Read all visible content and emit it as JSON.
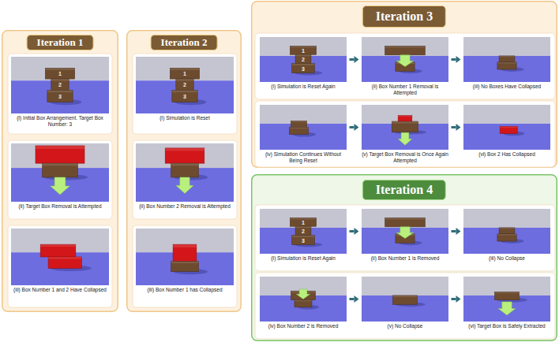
{
  "diagram": {
    "nodes": [
      {
        "text": [
          "Iteration 1"
        ]
      },
      {
        "text": [
          "(I) Initial Box Arrangement. Target Box Number: 3"
        ],
        "in": 0
      },
      {
        "text": [
          "(ii) Target Box Removal is Attempted"
        ],
        "in": 0
      },
      {
        "text": [
          "(iii) Box Number 1 and 2 Have Collapsed"
        ],
        "in": 0
      },
      {
        "text": [
          "Iteration 2"
        ]
      },
      {
        "text": [
          "(I) Simulation is Reset"
        ],
        "in": 4
      },
      {
        "text": [
          "(ii) Box Number 2 Removal is Attempted"
        ],
        "in": 4
      },
      {
        "text": [
          "(iii) Box Number 1 has Collapsed"
        ],
        "in": 4
      },
      {
        "text": [
          "Iteration 3"
        ]
      },
      {
        "text": [
          "(i) Simulation is Reset Again"
        ],
        "in": 8
      },
      {
        "text": [
          "(ii) Box Number 1 Removal is Attempted"
        ],
        "in": 8
      },
      {
        "text": [
          "(iii) No Boxes Have Collapsed"
        ],
        "in": 8
      },
      {
        "text": [
          "(iv) Simulation Continues Without Being Reset"
        ],
        "in": 8
      },
      {
        "text": [
          "(v) Target Box Removal is Once Again Attempted"
        ],
        "in": 8
      },
      {
        "text": [
          "(vi) Box 2 Has Collapsed"
        ],
        "in": 8
      },
      {
        "text": [
          "Iteration 4"
        ]
      },
      {
        "text": [
          "(I) Simulation is Reset Again"
        ],
        "in": 15
      },
      {
        "text": [
          "(ii) Box Number 1 is Removed"
        ],
        "in": 15
      },
      {
        "text": [
          "(iii) No Collapse"
        ],
        "in": 15
      },
      {
        "text": [
          "(iv) Box Number 2 is Removed"
        ],
        "in": 15
      },
      {
        "text": [
          "(v) No Collapse"
        ],
        "in": 15
      },
      {
        "text": [
          "(vi) Target Box is Safely Extracted"
        ],
        "in": 15
      }
    ],
    "edges": [
      {
        "from": 9,
        "to": 10,
        "arrow": "to"
      },
      {
        "from": 10,
        "to": 11,
        "arrow": "to"
      },
      {
        "from": 12,
        "to": 13,
        "arrow": "to"
      },
      {
        "from": 13,
        "to": 14,
        "arrow": "to"
      },
      {
        "from": 16,
        "to": 17,
        "arrow": "to"
      },
      {
        "from": 17,
        "to": 18,
        "arrow": "to"
      },
      {
        "from": 19,
        "to": 20,
        "arrow": "to"
      },
      {
        "from": 20,
        "to": 21,
        "arrow": "to"
      }
    ],
    "labels": [
      "1",
      "2",
      "3",
      "1",
      "2",
      "3",
      "1",
      "2",
      "3",
      "1",
      "2",
      "3"
    ]
  }
}
